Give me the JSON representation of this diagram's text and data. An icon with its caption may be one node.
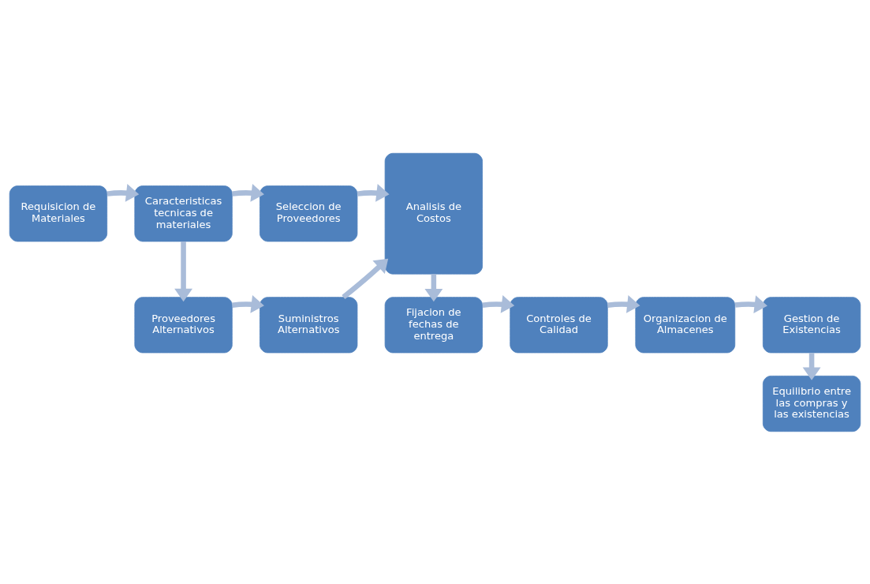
{
  "diagram": {
    "nodes": [
      {
        "text": [
          "Requisicion de Materiales"
        ]
      },
      {
        "text": [
          "Caracteristicas tecnicas de materiales"
        ]
      },
      {
        "text": [
          "Seleccion de Proveedores"
        ]
      },
      {
        "text": [
          "Analisis de Costos"
        ]
      },
      {
        "text": [
          "Proveedores Alternativos"
        ]
      },
      {
        "text": [
          "Suministros Alternativos"
        ]
      },
      {
        "text": [
          "Gestion de Existencias"
        ]
      },
      {
        "text": [
          "Organizacion de Almacenes"
        ]
      },
      {
        "text": [
          "Controles de Calidad"
        ]
      },
      {
        "text": [
          "Fijacion de fechas de entrega"
        ]
      },
      {
        "text": [
          "Equilibrio entre las compras y las existencias"
        ]
      }
    ],
    "edges": [
      {
        "from": 0,
        "to": 1,
        "arrow": "to"
      },
      {
        "from": 1,
        "to": 2,
        "arrow": "to"
      },
      {
        "from": 2,
        "to": 3,
        "arrow": "to"
      },
      {
        "from": 1,
        "to": 4,
        "arrow": "to"
      },
      {
        "from": 4,
        "to": 5,
        "arrow": "to"
      },
      {
        "from": 5,
        "to": 3,
        "arrow": "to"
      },
      {
        "from": 3,
        "to": 9,
        "arrow": "to"
      },
      {
        "from": 9,
        "to": 8,
        "arrow": "to"
      },
      {
        "from": 8,
        "to": 7,
        "arrow": "to"
      },
      {
        "from": 7,
        "to": 6,
        "arrow": "to"
      },
      {
        "from": 6,
        "to": 10,
        "arrow": "to"
      }
    ]
  }
}
